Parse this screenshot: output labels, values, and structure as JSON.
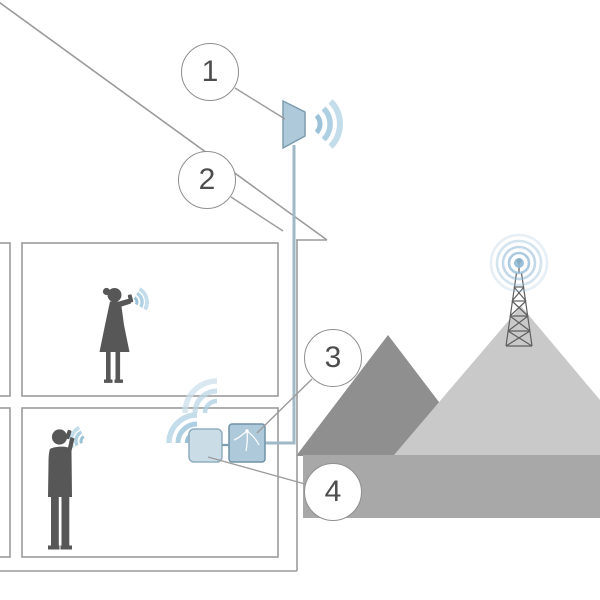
{
  "diagram": {
    "subject": "home-cell-signal-booster-installation",
    "callouts": [
      {
        "label": "1",
        "component": "outdoor-antenna"
      },
      {
        "label": "2",
        "component": "antenna-cable"
      },
      {
        "label": "3",
        "component": "booster-unit"
      },
      {
        "label": "4",
        "component": "indoor-antenna"
      }
    ],
    "colors": {
      "outline": "#9b9b9b",
      "signal_inner": "#9cc2d8",
      "signal_mid": "#aed0e2",
      "signal_outer": "#c4ddea",
      "device_fill": "#aec9d9",
      "device_fill_light": "#cadde7",
      "device_stroke": "#7d9dae",
      "cable": "#9fb9c7",
      "silhouette": "#575757",
      "mountain_dark": "#8f8f8f",
      "mountain_light": "#c9c9c9",
      "mountain_mid": "#a8a8a8",
      "tower": "#5f5f5f",
      "tower_signal": "#8fb8d4"
    }
  }
}
